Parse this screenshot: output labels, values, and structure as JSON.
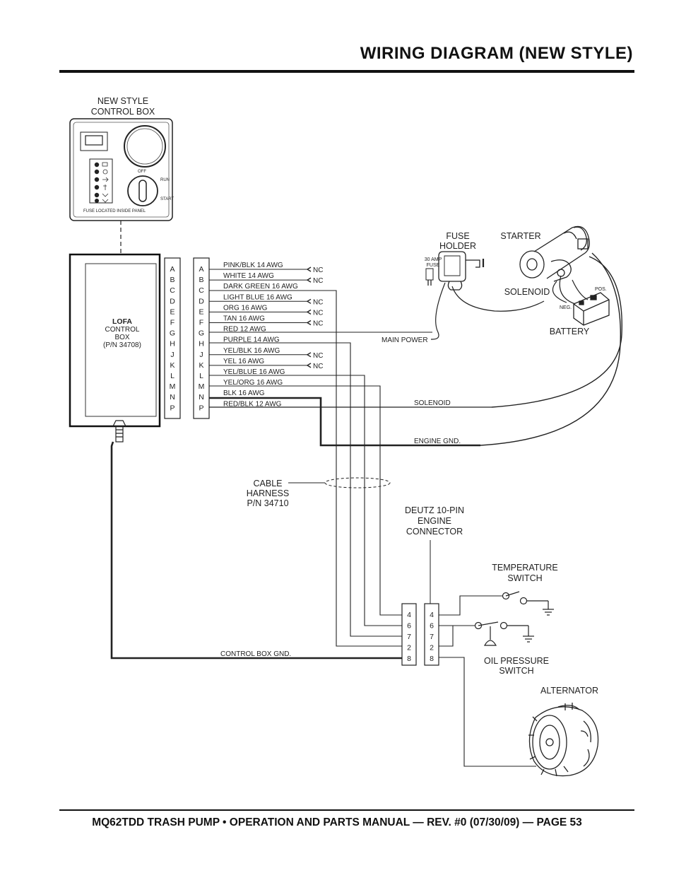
{
  "header": {
    "title": "WIRING DIAGRAM (NEW STYLE)"
  },
  "footer": {
    "text": "MQ62TDD TRASH PUMP • OPERATION AND PARTS MANUAL — REV. #0 (07/30/09) — PAGE 53"
  },
  "control_panel": {
    "label_line1": "NEW STYLE",
    "label_line2": "CONTROL BOX",
    "fine_print": "FUSE LOCATED INSIDE PANEL"
  },
  "lofa_box": {
    "line1": "LOFA",
    "line2": "CONTROL",
    "line3": "BOX",
    "line4": "(P/N 34708)"
  },
  "pins": [
    "A",
    "B",
    "C",
    "D",
    "E",
    "F",
    "G",
    "H",
    "J",
    "K",
    "L",
    "M",
    "N",
    "P"
  ],
  "wires": [
    {
      "label": "PINK/BLK 14 AWG",
      "end": "NC"
    },
    {
      "label": "WHITE 14 AWG",
      "end": "NC"
    },
    {
      "label": "DARK GREEN 16 AWG",
      "end": ""
    },
    {
      "label": "LIGHT BLUE 16 AWG",
      "end": "NC"
    },
    {
      "label": "ORG 16 AWG",
      "end": "NC"
    },
    {
      "label": "TAN 16 AWG",
      "end": "NC"
    },
    {
      "label": "RED 12 AWG",
      "end": ""
    },
    {
      "label": "PURPLE 14 AWG",
      "end": ""
    },
    {
      "label": "YEL/BLK 16 AWG",
      "end": "NC"
    },
    {
      "label": "YEL 16 AWG",
      "end": "NC"
    },
    {
      "label": "YEL/BLUE 16 AWG",
      "end": ""
    },
    {
      "label": "YEL/ORG 16 AWG",
      "end": ""
    },
    {
      "label": "BLK 16 AWG",
      "end": ""
    },
    {
      "label": "RED/BLK 12 AWG",
      "end": ""
    }
  ],
  "labels": {
    "fuse_holder_1": "FUSE",
    "fuse_holder_2": "HOLDER",
    "fuse_rating_1": "30 AMP",
    "fuse_rating_2": "FUSE",
    "starter": "STARTER",
    "solenoid": "SOLENOID",
    "battery": "BATTERY",
    "pos": "POS.",
    "neg": "NEG.",
    "main_power": "MAIN POWER",
    "solenoid_wire": "SOLENOID",
    "engine_gnd": "ENGINE GND.",
    "cable_1": "CABLE",
    "cable_2": "HARNESS",
    "cable_3": "P/N 34710",
    "deutz_1": "DEUTZ 10-PIN",
    "deutz_2": "ENGINE",
    "deutz_3": "CONNECTOR",
    "temp_1": "TEMPERATURE",
    "temp_2": "SWITCH",
    "oil_1": "OIL PRESSURE",
    "oil_2": "SWITCH",
    "alternator": "ALTERNATOR",
    "control_box_gnd": "CONTROL BOX  GND."
  },
  "connector_pins": [
    "4",
    "6",
    "7",
    "2",
    "8"
  ]
}
